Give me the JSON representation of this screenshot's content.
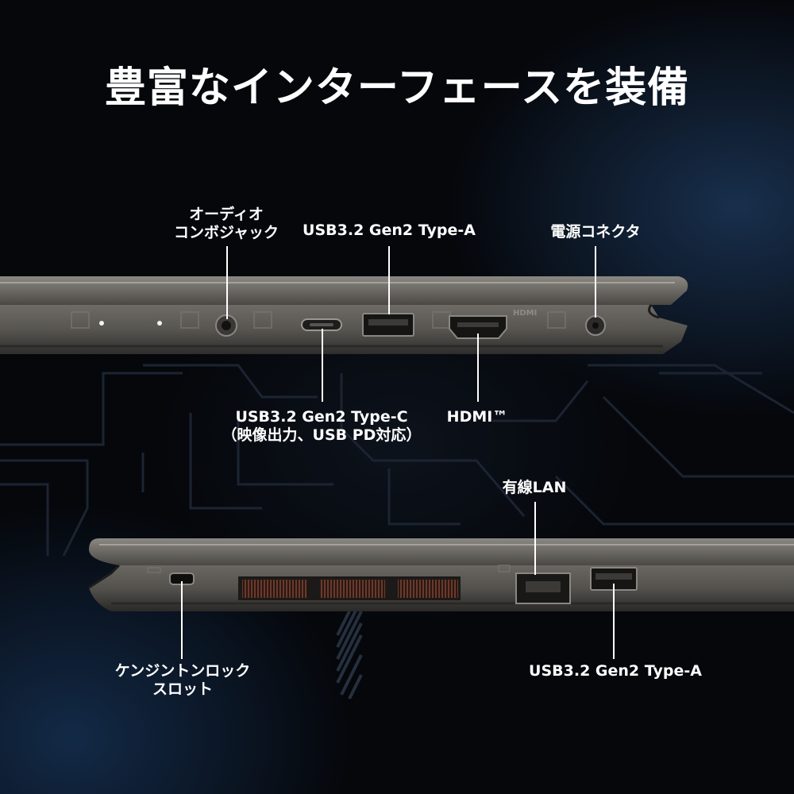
{
  "title": "豊富なインターフェースを装備",
  "ports_right_side": {
    "audio": {
      "line1": "オーディオ",
      "line2": "コンボジャック"
    },
    "usb_a": {
      "label": "USB3.2 Gen2 Type-A"
    },
    "power": {
      "label": "電源コネクタ"
    },
    "usb_c": {
      "line1": "USB3.2 Gen2 Type-C",
      "line2": "（映像出力、USB PD対応）"
    },
    "hdmi": {
      "label": "HDMI™"
    }
  },
  "ports_left_side": {
    "lan": {
      "label": "有線LAN"
    },
    "kensington": {
      "line1": "ケンジントンロック",
      "line2": "スロット"
    },
    "usb_a": {
      "label": "USB3.2 Gen2 Type-A"
    }
  },
  "laptop_engraving": "HDMI",
  "colors": {
    "background": "#05070b",
    "chassis": "#5c5a55",
    "chassis_dark": "#2b2a28",
    "text": "#ffffff",
    "glow": "#28507f"
  }
}
